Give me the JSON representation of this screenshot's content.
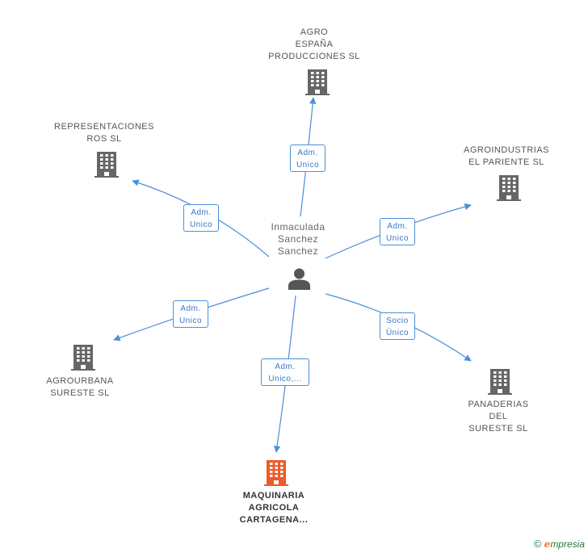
{
  "center": {
    "name_lines": [
      "Inmaculada",
      "Sanchez",
      "Sanchez"
    ],
    "icon": "person-icon",
    "color": "#555555"
  },
  "companies": [
    {
      "id": "agro-espana",
      "name_lines": [
        "AGRO",
        "ESPAÑA",
        "PRODUCCIONES SL"
      ],
      "icon": "building-icon",
      "color": "#666666"
    },
    {
      "id": "representaciones-ros",
      "name_lines": [
        "REPRESENTACIONES",
        "ROS SL"
      ],
      "icon": "building-icon",
      "color": "#666666"
    },
    {
      "id": "agroindustrias",
      "name_lines": [
        "AGROINDUSTRIAS",
        "EL PARIENTE SL"
      ],
      "icon": "building-icon",
      "color": "#666666"
    },
    {
      "id": "agrourbana",
      "name_lines": [
        "AGROURBANA",
        "SURESTE SL"
      ],
      "icon": "building-icon",
      "color": "#666666"
    },
    {
      "id": "panaderias",
      "name_lines": [
        "PANADERIAS",
        "DEL",
        "SURESTE SL"
      ],
      "icon": "building-icon",
      "color": "#666666"
    },
    {
      "id": "maquinaria",
      "name_lines": [
        "MAQUINARIA",
        "AGRICOLA",
        "CARTAGENA..."
      ],
      "icon": "building-icon",
      "color": "#f05a28",
      "focus": true
    }
  ],
  "relations": [
    {
      "target": "agro-espana",
      "label_lines": [
        "Adm.",
        "Unico"
      ]
    },
    {
      "target": "representaciones-ros",
      "label_lines": [
        "Adm.",
        "Unico"
      ]
    },
    {
      "target": "agroindustrias",
      "label_lines": [
        "Adm.",
        "Unico"
      ]
    },
    {
      "target": "agrourbana",
      "label_lines": [
        "Adm.",
        "Unico"
      ]
    },
    {
      "target": "panaderias",
      "label_lines": [
        "Socio",
        "Único"
      ]
    },
    {
      "target": "maquinaria",
      "label_lines": [
        "Adm.",
        "Unico,..."
      ]
    }
  ],
  "footer": {
    "copyright": "©",
    "brand_initial": "e",
    "brand_rest": "mpresia"
  },
  "colors": {
    "edge": "#4a90d9",
    "edge_label": "#3a78c3"
  }
}
